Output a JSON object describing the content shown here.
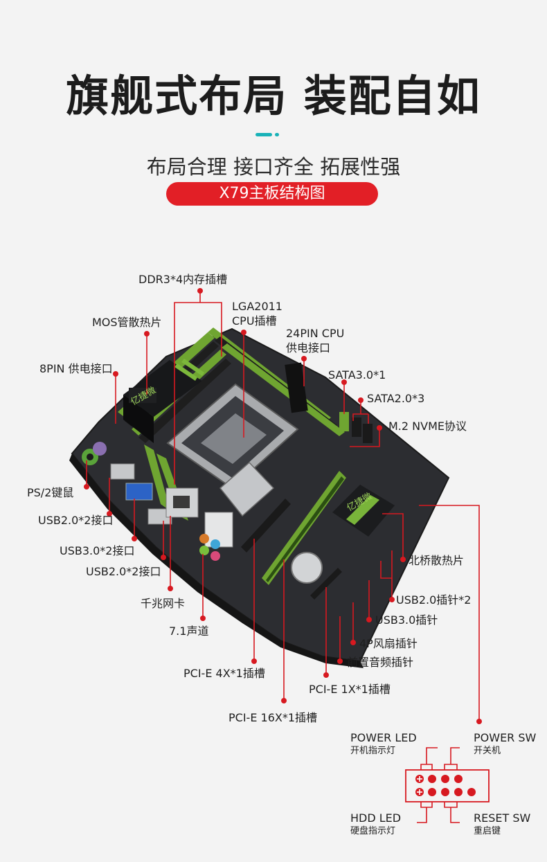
{
  "header": {
    "title": "旗舰式布局 装配自如",
    "subtitle": "布局合理  接口齐全  拓展性强",
    "badge": "X79主板结构图"
  },
  "labels": {
    "ddr3": "DDR3*4内存插槽",
    "lga_line1": "LGA2011",
    "lga_line2": "CPU插槽",
    "mos": "MOS管散热片",
    "pin24_line1": "24PIN CPU",
    "pin24_line2": "供电接口",
    "pin8": "8PIN 供电接口",
    "sata3": "SATA3.0*1",
    "sata2": "SATA2.0*3",
    "m2": "M.2 NVME协议",
    "ps2": "PS/2键鼠",
    "usb2a": "USB2.0*2接口",
    "usb3": "USB3.0*2接口",
    "usb2b": "USB2.0*2接口",
    "lan": "千兆网卡",
    "audio": "7.1声道",
    "northbridge": "北桥散热片",
    "usb2_header": "USB2.0插针*2",
    "usb3_header": "USB3.0插针",
    "fan": "4P风扇插针",
    "front_audio": "前置音频插针",
    "pcie4x": "PCI-E 4X*1插槽",
    "pcie1x": "PCI-E 1X*1插槽",
    "pcie16x": "PCI-E 16X*1插槽"
  },
  "front_panel": {
    "power_led": "POWER LED",
    "power_led_cn": "开机指示灯",
    "power_sw": "POWER SW",
    "power_sw_cn": "开关机",
    "hdd_led": "HDD LED",
    "hdd_led_cn": "硬盘指示灯",
    "reset_sw": "RESET SW",
    "reset_sw_cn": "重启键"
  },
  "board_logo": "亿捷微"
}
